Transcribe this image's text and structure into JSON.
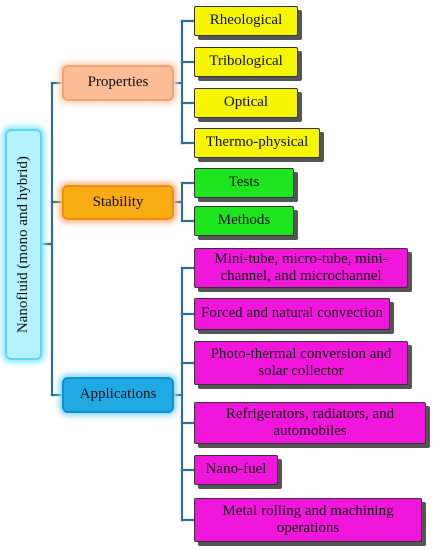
{
  "root": {
    "label": "Nanofluid (mono and hybrid)"
  },
  "branches": [
    {
      "label": "Properties",
      "children": [
        "Rheological",
        "Tribological",
        "Optical",
        "Thermo-physical"
      ]
    },
    {
      "label": "Stability",
      "children": [
        "Tests",
        "Methods"
      ]
    },
    {
      "label": "Applications",
      "children": [
        "Mini-tube, micro-tube, mini-channel, and microchannel",
        "Forced and natural convection",
        "Photo-thermal conversion and solar collector",
        "Refrigerators, radiators, and automobiles",
        "Nano-fuel",
        "Metal rolling and machining operations"
      ]
    }
  ],
  "colors": {
    "connector": "#2f6f8f",
    "root_fill": "#b5f2ff",
    "properties_fill": "#fabd95",
    "stability_fill": "#f8ab12",
    "applications_fill": "#1faae6",
    "properties_leaf": "#f6f600",
    "stability_leaf": "#1ee61e",
    "applications_leaf": "#f016dc"
  }
}
